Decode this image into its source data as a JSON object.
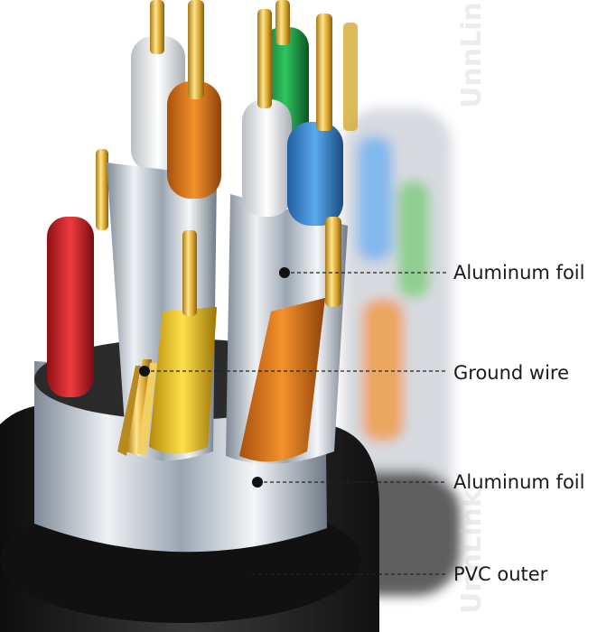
{
  "callouts": [
    {
      "id": "aluminum-foil-inner",
      "label": "Aluminum foil"
    },
    {
      "id": "ground-wire",
      "label": "Ground wire"
    },
    {
      "id": "aluminum-foil-outer",
      "label": "Aluminum foil"
    },
    {
      "id": "pvc-outer",
      "label": "PVC outer"
    }
  ],
  "watermark": "UnnLink",
  "colors": {
    "jacket": "#1c1c1c",
    "foil": "#d8dde3",
    "gold": "#e0b23a",
    "red": "#d7262b",
    "orange": "#e57a1e",
    "green": "#1fa24a",
    "blue": "#3a8fd8",
    "white": "#f2f2f2",
    "yellow": "#f2cc28"
  }
}
